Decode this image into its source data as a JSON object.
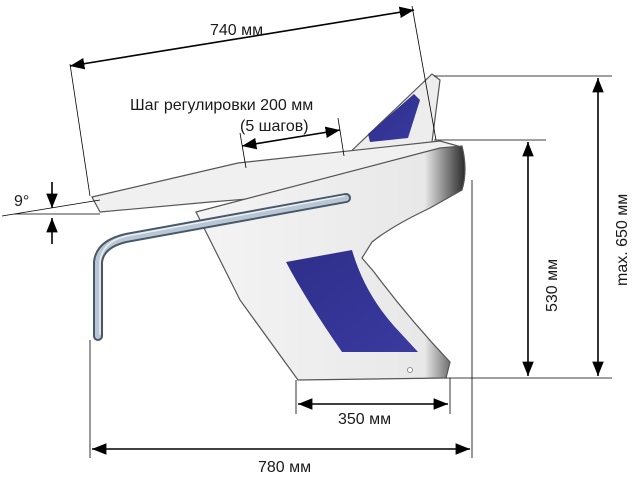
{
  "dimensions": {
    "depth_top": "740 мм",
    "adjust_step": "Шаг регулировки 200 мм",
    "adjust_steps_count": "(5 шагов)",
    "angle": "9°",
    "height": "530 мм",
    "max_height": "max. 650 мм",
    "base_depth": "350 мм",
    "total_depth": "780 мм"
  },
  "colors": {
    "body": "#ededed",
    "accent": "#333399",
    "handle": "#8fa3b8"
  }
}
